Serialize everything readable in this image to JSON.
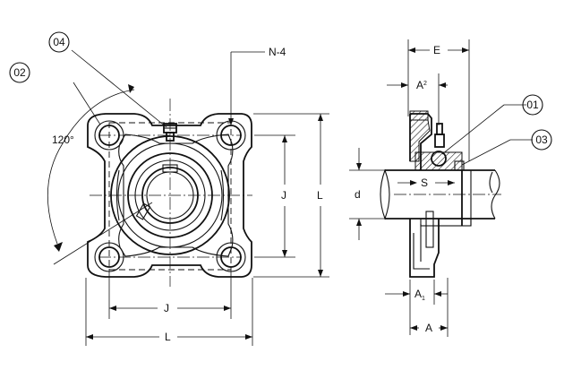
{
  "callouts": {
    "c01": "01",
    "c02": "02",
    "c03": "03",
    "c04": "04"
  },
  "labels": {
    "holes": "N-4",
    "angle": "120°",
    "j_vertical": "J",
    "l_vertical": "L",
    "j_horizontal": "J",
    "l_horizontal": "L",
    "e": "E",
    "a2": "A",
    "a2_sub": "2",
    "s": "S",
    "d": "d",
    "a1": "A",
    "a1_sub": "1",
    "a": "A"
  },
  "colors": {
    "line": "#111111",
    "background": "#ffffff"
  }
}
